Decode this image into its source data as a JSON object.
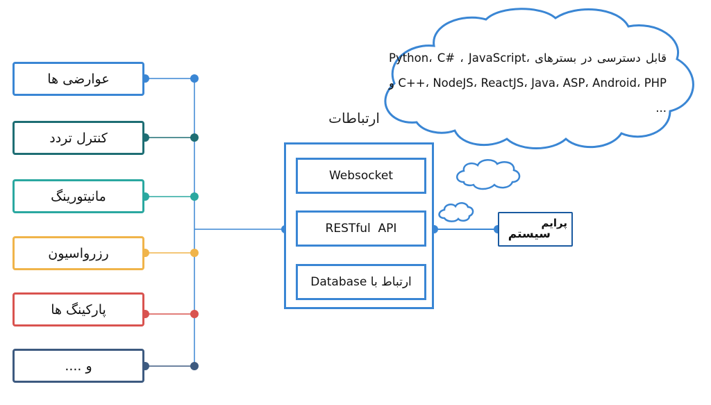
{
  "modules": [
    {
      "label": "عوارضی ها",
      "color": "#3a86d4"
    },
    {
      "label": "کنترل تردد",
      "color": "#1e6e74"
    },
    {
      "label": "مانیتورینگ",
      "color": "#2aa8a0"
    },
    {
      "label": "رزرواسیون",
      "color": "#f0b44a"
    },
    {
      "label": "پارکینگ ها",
      "color": "#d9534f"
    },
    {
      "label": "و ....",
      "color": "#3d5a80"
    }
  ],
  "hub": {
    "title": "ارتباطات",
    "services": [
      "Websocket",
      "RESTful  API",
      "ارتباط با Database"
    ]
  },
  "cloud_note": "قابل دسترسی در بسترهای Python، C# ، JavaScript، C++، NodeJS، ReactJS، Java، ASP، Android، PHP و ...",
  "logo": {
    "line1": "پرایم",
    "line2": "سیستم"
  },
  "colors": {
    "connector": "#3a86d4",
    "cloud": "#3a86d4"
  }
}
